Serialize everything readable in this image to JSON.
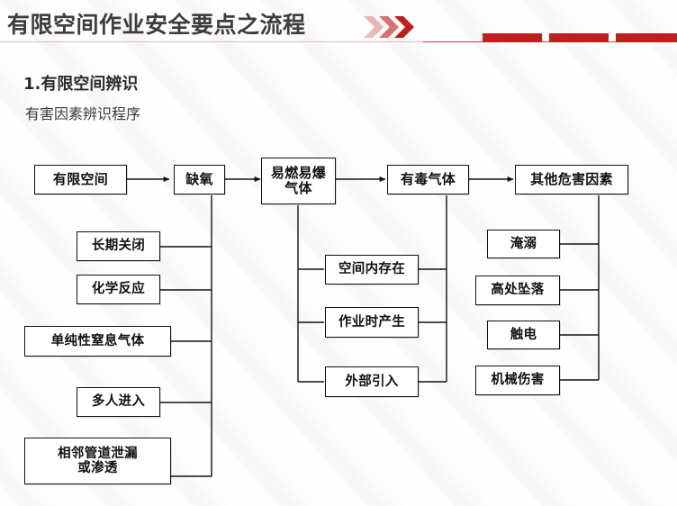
{
  "header": {
    "title": "有限空间作业安全要点之流程",
    "chevron_icon": "double-chevron-right-icon",
    "accent_color": "#c0201c",
    "rule_color": "#e8b7b7"
  },
  "section": {
    "number_title": "1.有限空间辨识",
    "subtitle": "有害因素辨识程序"
  },
  "flowchart": {
    "top_row": [
      {
        "id": "confined-space",
        "label": "有限空间"
      },
      {
        "id": "oxygen-deficiency",
        "label": "缺氧"
      },
      {
        "id": "flammable-explosive-gas",
        "label": "易燃易爆\n气体"
      },
      {
        "id": "toxic-gas",
        "label": "有毒气体"
      },
      {
        "id": "other-hazards",
        "label": "其他危害因素"
      }
    ],
    "left_branch": [
      {
        "id": "long-term-closure",
        "label": "长期关闭"
      },
      {
        "id": "chemical-reaction",
        "label": "化学反应"
      },
      {
        "id": "simple-asphyxiant-gas",
        "label": "单纯性窒息气体"
      },
      {
        "id": "multiple-persons-entry",
        "label": "多人进入"
      },
      {
        "id": "adjacent-pipe-leak",
        "label": "相邻管道泄漏\n或渗透"
      }
    ],
    "middle_branch": [
      {
        "id": "present-in-space",
        "label": "空间内存在"
      },
      {
        "id": "generated-during-work",
        "label": "作业时产生"
      },
      {
        "id": "introduced-externally",
        "label": "外部引入"
      }
    ],
    "right_branch": [
      {
        "id": "drowning",
        "label": "淹溺"
      },
      {
        "id": "fall-from-height",
        "label": "高处坠落"
      },
      {
        "id": "electric-shock",
        "label": "触电"
      },
      {
        "id": "mechanical-injury",
        "label": "机械伤害"
      }
    ],
    "line_color": "#111111",
    "box_fill": "#ffffff"
  }
}
